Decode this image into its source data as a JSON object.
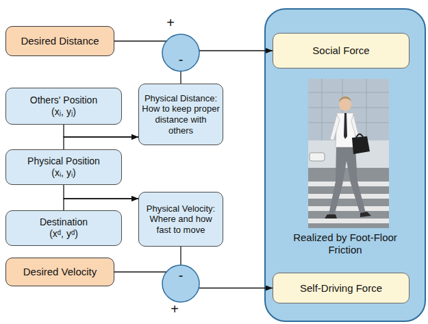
{
  "diagram": {
    "nodes": [
      {
        "text": [
          "Desired Distance"
        ]
      },
      {
        "text": [
          "+",
          "-"
        ]
      },
      {
        "text": [
          "Realized by Foot-Floor Friction"
        ]
      },
      {
        "text": [
          "Social Force"
        ],
        "in": 2
      },
      {
        "text": [
          "Others' Position",
          "(xⱼ, yⱼ)"
        ]
      },
      {
        "text": [
          "Physical Distance:",
          "How to keep proper distance with others"
        ]
      },
      {
        "text": [
          "Physical Position",
          "(xᵢ, yᵢ)"
        ]
      },
      {
        "text": [
          "Physical Velocity:",
          "Where and how fast to move"
        ]
      },
      {
        "text": [
          "Destination",
          "(xᵈ, yᵈ)"
        ]
      },
      {
        "text": [
          "Desired Velocity"
        ]
      },
      {
        "text": [
          "-",
          "+"
        ]
      },
      {
        "text": [
          "Self-Driving Force"
        ],
        "in": 2
      }
    ],
    "edges": [
      {
        "from": 0,
        "to": 1,
        "arrow": "none"
      },
      {
        "from": 1,
        "to": 3,
        "arrow": "to"
      },
      {
        "from": 5,
        "to": 1,
        "arrow": "none"
      },
      {
        "from": 4,
        "to": 5,
        "arrow": "to"
      },
      {
        "from": 6,
        "to": 5,
        "arrow": "to"
      },
      {
        "from": 6,
        "to": 7,
        "arrow": "to"
      },
      {
        "from": 8,
        "to": 7,
        "arrow": "to"
      },
      {
        "from": 7,
        "to": 10,
        "arrow": "none"
      },
      {
        "from": 9,
        "to": 10,
        "arrow": "none"
      },
      {
        "from": 10,
        "to": 11,
        "arrow": "to"
      }
    ]
  }
}
